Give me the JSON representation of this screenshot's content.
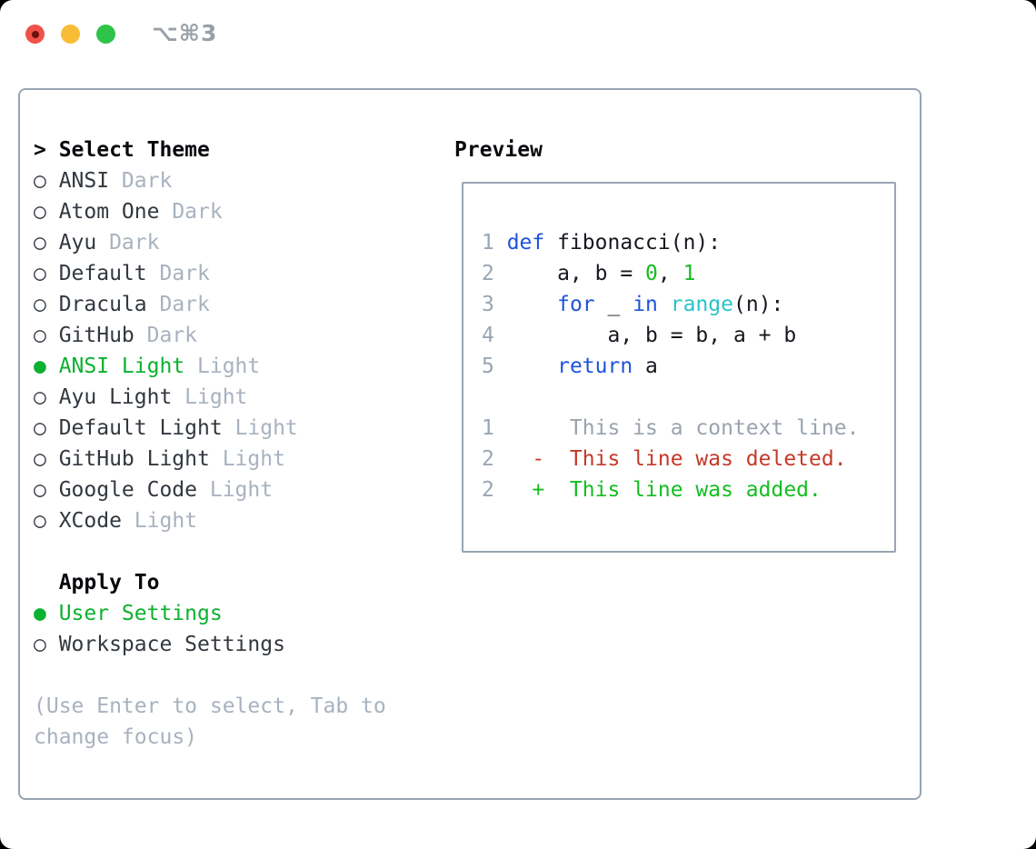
{
  "window": {
    "titlebar": {
      "title": "⌥⌘3",
      "traffic_lights": [
        {
          "name": "close",
          "color": "#f0524a",
          "has_inner_dot": true
        },
        {
          "name": "minimize",
          "color": "#f9bd35",
          "has_inner_dot": false
        },
        {
          "name": "zoom",
          "color": "#2ec44a",
          "has_inner_dot": false
        }
      ]
    }
  },
  "theme_list": {
    "header": {
      "marker": ">",
      "label": "Select Theme"
    },
    "items": [
      {
        "marker": "○",
        "name": "ANSI",
        "variant": "Dark",
        "selected": false
      },
      {
        "marker": "○",
        "name": "Atom One",
        "variant": "Dark",
        "selected": false
      },
      {
        "marker": "○",
        "name": "Ayu",
        "variant": "Dark",
        "selected": false
      },
      {
        "marker": "○",
        "name": "Default",
        "variant": "Dark",
        "selected": false
      },
      {
        "marker": "○",
        "name": "Dracula",
        "variant": "Dark",
        "selected": false
      },
      {
        "marker": "○",
        "name": "GitHub",
        "variant": "Dark",
        "selected": false
      },
      {
        "marker": "●",
        "name": "ANSI Light",
        "variant": "Light",
        "selected": true
      },
      {
        "marker": "○",
        "name": "Ayu Light",
        "variant": "Light",
        "selected": false
      },
      {
        "marker": "○",
        "name": "Default Light",
        "variant": "Light",
        "selected": false
      },
      {
        "marker": "○",
        "name": "GitHub Light",
        "variant": "Light",
        "selected": false
      },
      {
        "marker": "○",
        "name": "Google Code",
        "variant": "Light",
        "selected": false
      },
      {
        "marker": "○",
        "name": "XCode",
        "variant": "Light",
        "selected": false
      }
    ]
  },
  "apply_to": {
    "header": "Apply To",
    "options": [
      {
        "marker": "●",
        "label": "User Settings",
        "selected": true
      },
      {
        "marker": "○",
        "label": "Workspace Settings",
        "selected": false
      }
    ]
  },
  "help_text": "(Use Enter to select, Tab to change focus)",
  "preview": {
    "header": "Preview",
    "lines": [
      {
        "num": "1",
        "segments": [
          {
            "text": " ",
            "style": "plain"
          },
          {
            "text": "def",
            "style": "keyword"
          },
          {
            "text": " fibonacci(n):",
            "style": "plain"
          }
        ]
      },
      {
        "num": "2",
        "segments": [
          {
            "text": "     a, b = ",
            "style": "plain"
          },
          {
            "text": "0",
            "style": "number"
          },
          {
            "text": ", ",
            "style": "plain"
          },
          {
            "text": "1",
            "style": "number"
          }
        ]
      },
      {
        "num": "3",
        "segments": [
          {
            "text": "     ",
            "style": "plain"
          },
          {
            "text": "for",
            "style": "keyword"
          },
          {
            "text": " _ ",
            "style": "plain"
          },
          {
            "text": "in",
            "style": "keyword"
          },
          {
            "text": " ",
            "style": "plain"
          },
          {
            "text": "range",
            "style": "builtin"
          },
          {
            "text": "(n):",
            "style": "plain"
          }
        ]
      },
      {
        "num": "4",
        "segments": [
          {
            "text": "         a, b = b, a + b",
            "style": "plain"
          }
        ]
      },
      {
        "num": "5",
        "segments": [
          {
            "text": "     ",
            "style": "plain"
          },
          {
            "text": "return",
            "style": "keyword"
          },
          {
            "text": " a",
            "style": "plain"
          }
        ]
      },
      {
        "num": "",
        "segments": []
      },
      {
        "num": "1",
        "segments": [
          {
            "text": "      This is a context line.",
            "style": "context"
          }
        ]
      },
      {
        "num": "2",
        "segments": [
          {
            "text": "   ",
            "style": "plain"
          },
          {
            "text": "-  This line was deleted.",
            "style": "deleted"
          }
        ]
      },
      {
        "num": "2",
        "segments": [
          {
            "text": "   ",
            "style": "plain"
          },
          {
            "text": "+  This line was added.",
            "style": "added"
          }
        ]
      }
    ]
  },
  "colors": {
    "red-light": "#f0524a",
    "red-dot": "#6e110c",
    "yellow-light": "#f9bd35",
    "green-light": "#2ec44a",
    "border": "#99a4b3",
    "heading": "#07090d",
    "text": "#32383f",
    "muted": "#a8b2bf",
    "linenum": "#9aa5b4",
    "green-ui": "#0bb12f",
    "green-code": "#15bd20",
    "blue-kw": "#1d53db",
    "cyan-builtin": "#27c4c9",
    "red-del": "#c43a28",
    "ctx-gray": "#9aa3ae",
    "code-text": "#16191f"
  }
}
